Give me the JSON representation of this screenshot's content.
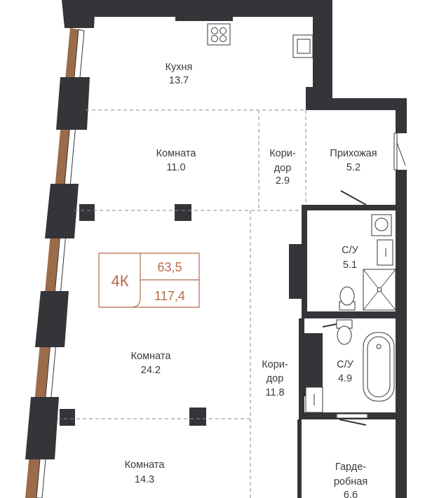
{
  "apartment": {
    "type_label": "4К",
    "living_area": "63,5",
    "total_area": "117,4",
    "accent_color": "#b8694a"
  },
  "rooms": {
    "kitchen": {
      "name": "Кухня",
      "area": "13.7"
    },
    "room1": {
      "name": "Комната",
      "area": "11.0"
    },
    "corridor1": {
      "name_line1": "Кори-",
      "name_line2": "дор",
      "area": "2.9"
    },
    "hallway": {
      "name": "Прихожая",
      "area": "5.2"
    },
    "bath1": {
      "name": "С/У",
      "area": "5.1"
    },
    "room2": {
      "name": "Комната",
      "area": "24.2"
    },
    "corridor2": {
      "name_line1": "Кори-",
      "name_line2": "дор",
      "area": "11.8"
    },
    "bath2": {
      "name": "С/У",
      "area": "4.9"
    },
    "room3": {
      "name": "Комната",
      "area": "14.3"
    },
    "wardrobe": {
      "name_line1": "Гарде-",
      "name_line2": "робная",
      "area": "6.6"
    }
  },
  "colors": {
    "wall": "#333538",
    "facade": "#9b6b4a",
    "text": "#3a3a3a"
  }
}
